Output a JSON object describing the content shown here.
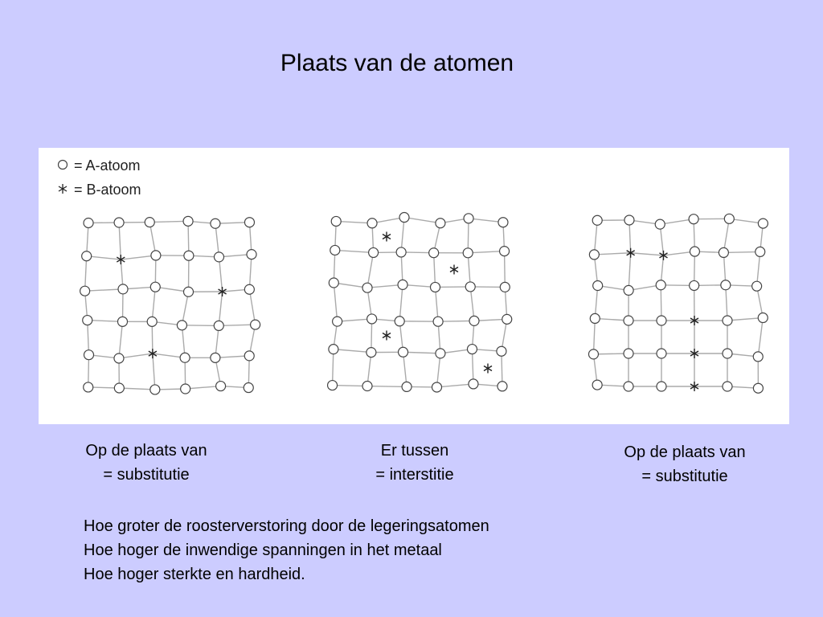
{
  "slide": {
    "title": "Plaats van de atomen",
    "background_color": "#ccccff"
  },
  "legend": {
    "a_symbol_icon": "open-circle",
    "a_label": "= A-atoom",
    "b_symbol_icon": "asterisk",
    "b_label": "= B-atoom"
  },
  "lattices": [
    {
      "name": "substitution-large",
      "b_atoms": [
        [
          1,
          1
        ],
        [
          4,
          2
        ],
        [
          2,
          4
        ]
      ]
    },
    {
      "name": "interstitial",
      "b_atoms_interstitial": [
        [
          1.5,
          0.5
        ],
        [
          3.5,
          1.5
        ],
        [
          1.5,
          3.5
        ],
        [
          4.5,
          4.5
        ]
      ]
    },
    {
      "name": "substitution-small",
      "b_atoms": [
        [
          1,
          1
        ],
        [
          2,
          1
        ],
        [
          3,
          3
        ],
        [
          3,
          4
        ],
        [
          3,
          5
        ]
      ]
    }
  ],
  "captions": [
    {
      "line1": "Op de plaats van",
      "line2": "= substitutie"
    },
    {
      "line1": "Er tussen",
      "line2": "= interstitie"
    },
    {
      "line1": "Op de plaats van",
      "line2": "= substitutie"
    }
  ],
  "conclusions": [
    "Hoe groter de roosterverstoring door de legeringsatomen",
    "Hoe hoger de inwendige spanningen in het metaal",
    "Hoe hoger sterkte en hardheid."
  ]
}
